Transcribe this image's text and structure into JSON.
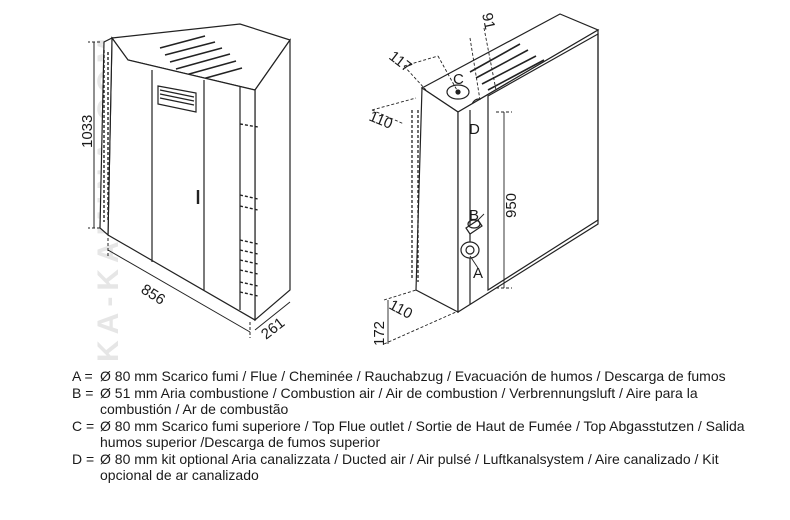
{
  "watermark": "KA-KAMINA.COM",
  "front_view": {
    "height_dim": "1033",
    "width_dim": "856",
    "depth_dim": "261"
  },
  "rear_view": {
    "dim_top_offset": "91",
    "dim_117": "117",
    "dim_110_top": "110",
    "dim_950": "950",
    "dim_172": "172",
    "dim_110_bottom": "110",
    "label_A": "A",
    "label_B": "B",
    "label_C": "C",
    "label_D": "D"
  },
  "legend": [
    {
      "key": "A = ",
      "text": "Ø 80 mm  Scarico fumi / Flue / Cheminée / Rauchabzug / Evacuación de humos / Descarga de fumos"
    },
    {
      "key": "B = ",
      "text": "Ø 51 mm  Aria combustione / Combustion air / Air de combustion / Verbrennungsluft / Aire para la combustión / Ar de combustão"
    },
    {
      "key": "C = ",
      "text": "Ø 80 mm  Scarico fumi superiore / Top Flue outlet / Sortie de Haut de Fumée / Top Abgasstutzen / Salida humos superior /Descarga de fumos superior"
    },
    {
      "key": "D = ",
      "text": "Ø 80 mm  kit optional Aria canalizzata / Ducted air / Air pulsé / Luftkanalsystem / Aire canalizado / Kit opcional de ar canalizado"
    }
  ]
}
